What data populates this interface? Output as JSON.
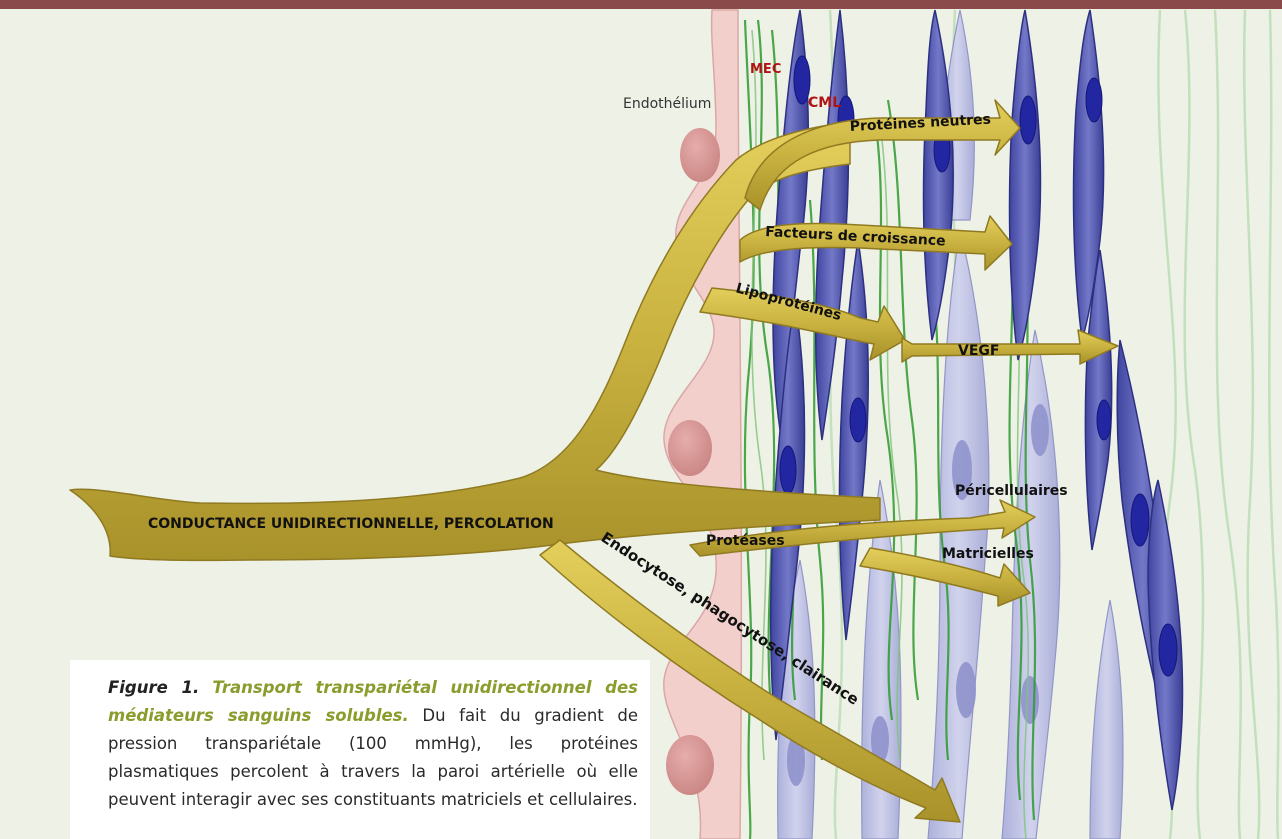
{
  "figure": {
    "labels": {
      "endothelium": "Endothélium",
      "mec": "MEC",
      "cml": "CML",
      "neutral_proteins": "Protéines neutres",
      "growth_factors": "Facteurs de croissance",
      "lipoproteins": "Lipoprotéines",
      "vegf": "VEGF",
      "main_flow": "CONDUCTANCE UNIDIRECTIONNELLE, PERCOLATION",
      "proteases": "Protéases",
      "pericellular": "Péricellulaires",
      "matrix": "Matricielles",
      "endocytosis": "Endocytose, phagocytose, clairance"
    },
    "colors": {
      "arrow_fill": "#c9b240",
      "arrow_edge": "#8f7a22",
      "smc_dark": "#5f63b3",
      "smc_light": "#b8bce0",
      "ecm_fiber": "#2f9a2f",
      "endothelial_cell": "#f3cfcc",
      "label_red": "#b01515",
      "top_bar": "#8b4a4a",
      "background": "#eef1e6"
    }
  },
  "caption": {
    "label": "Figure 1.",
    "title": "Transport transpariétal unidirectionnel des médiateurs sanguins solubles.",
    "body": "Du fait du gradient de pression transpariétale (100 mmHg), les protéines plasmatiques percolent à travers la paroi artérielle où elle peuvent interagir avec ses constituants matriciels et cellulaires."
  }
}
